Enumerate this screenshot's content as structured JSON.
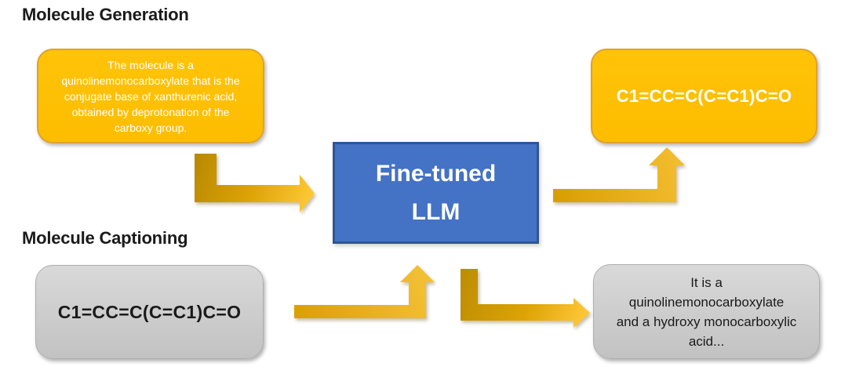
{
  "diagram": {
    "generation": {
      "heading": "Molecule Generation",
      "input_lines": [
        "The molecule is a",
        "quinolinemonocarboxylate that is the",
        "conjugate base of xanthurenic acid,",
        "obtained by deprotonation of the",
        "carboxy group."
      ],
      "output_smiles": "C1=CC=C(C=C1)C=O"
    },
    "captioning": {
      "heading": "Molecule Captioning",
      "input_smiles": "C1=CC=C(C=C1)C=O",
      "output_lines": [
        "It is a",
        "quinolinemonocarboxylate",
        "and a hydroxy monocarboxylic",
        "acid..."
      ]
    },
    "model": {
      "label": "Fine-tuned LLM"
    },
    "colors": {
      "gold_fill": "#FFC000",
      "gold_border": "#DFA22E",
      "blue_fill": "#4472C4",
      "blue_border": "#2F5597",
      "gray_fill_top": "#D9D9D9",
      "gray_fill_bottom": "#C2C2C2",
      "arrow_dark": "#BC8D03",
      "arrow_mid": "#DCA306",
      "arrow_light": "#FFC937",
      "text_on_gold": "#FFFFFF",
      "text_dark": "#1A1A1A",
      "background": "#FFFFFF"
    },
    "arrows": [
      {
        "name": "arrow-generation-input-to-model",
        "shape": "down-then-right"
      },
      {
        "name": "arrow-model-to-generation-output",
        "shape": "right-then-up"
      },
      {
        "name": "arrow-captioning-input-to-model",
        "shape": "right-then-up"
      },
      {
        "name": "arrow-model-to-captioning-output",
        "shape": "down-then-right"
      }
    ]
  }
}
